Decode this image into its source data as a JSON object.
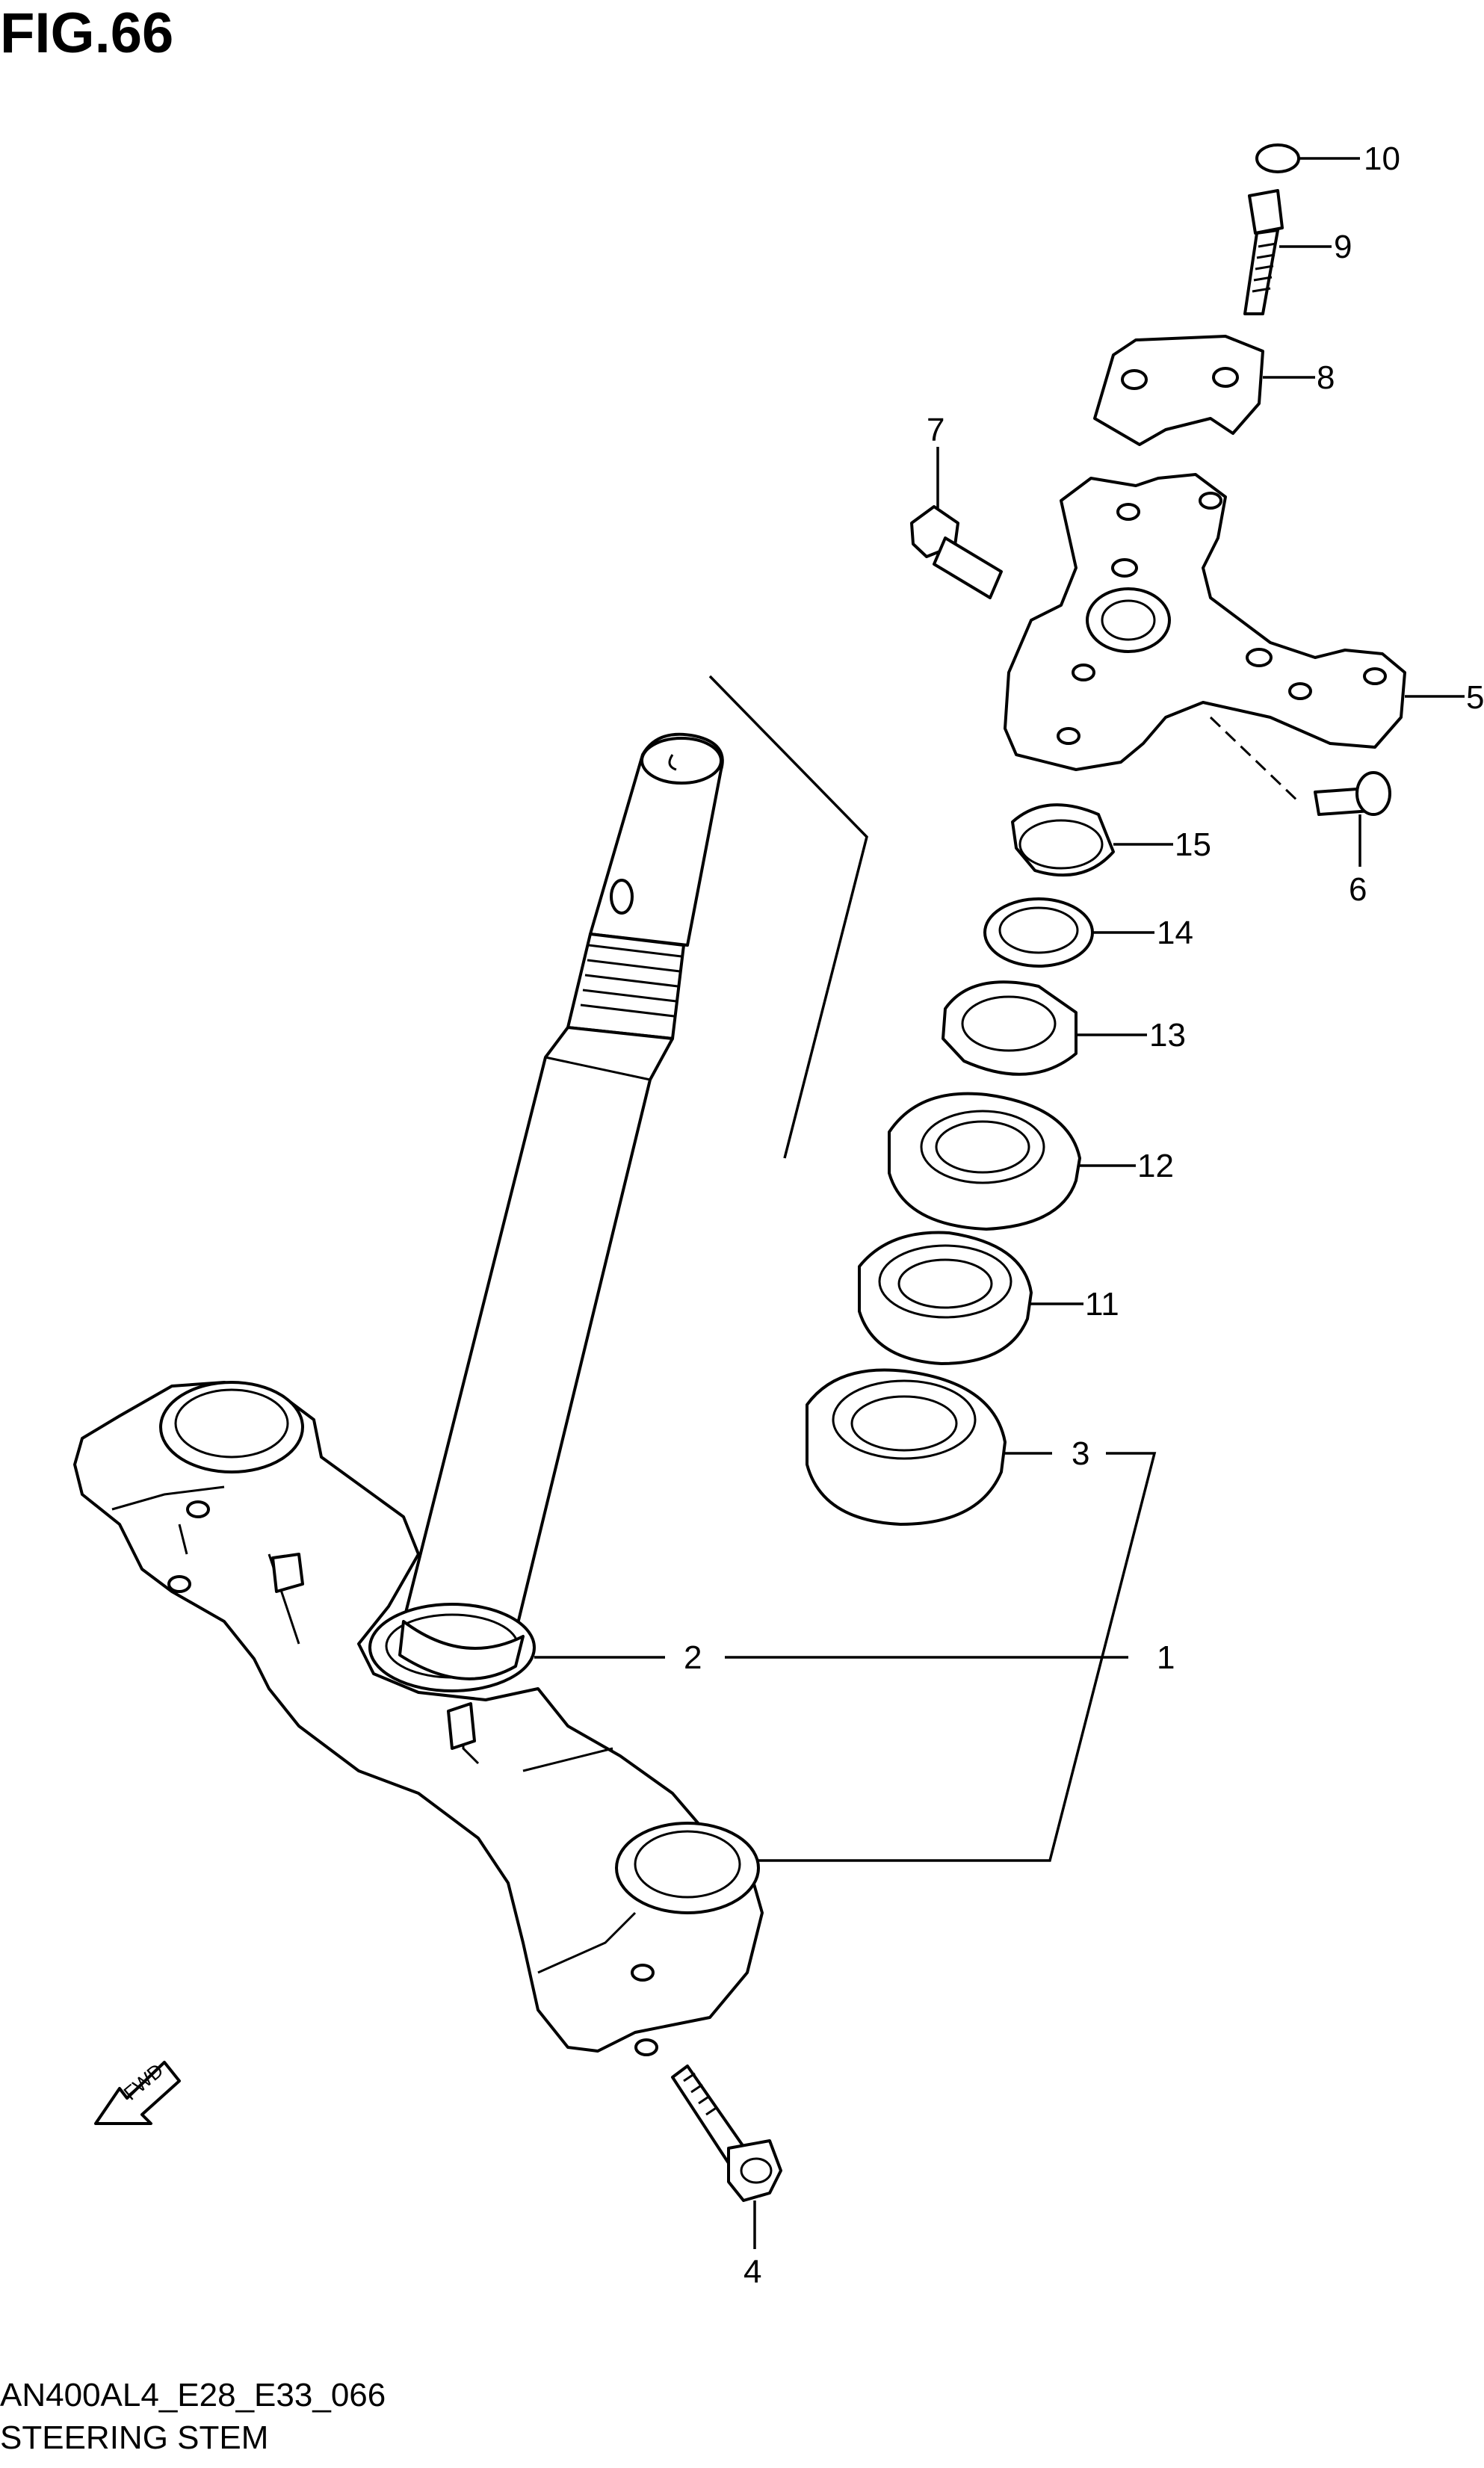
{
  "figure": {
    "title": "FIG.66",
    "code": "AN400AL4_E28_E33_066",
    "name": "STEERING STEM"
  },
  "fwd_label": "FWD",
  "callouts": [
    "1",
    "2",
    "3",
    "4",
    "5",
    "6",
    "7",
    "8",
    "9",
    "10",
    "11",
    "12",
    "13",
    "14",
    "15"
  ]
}
